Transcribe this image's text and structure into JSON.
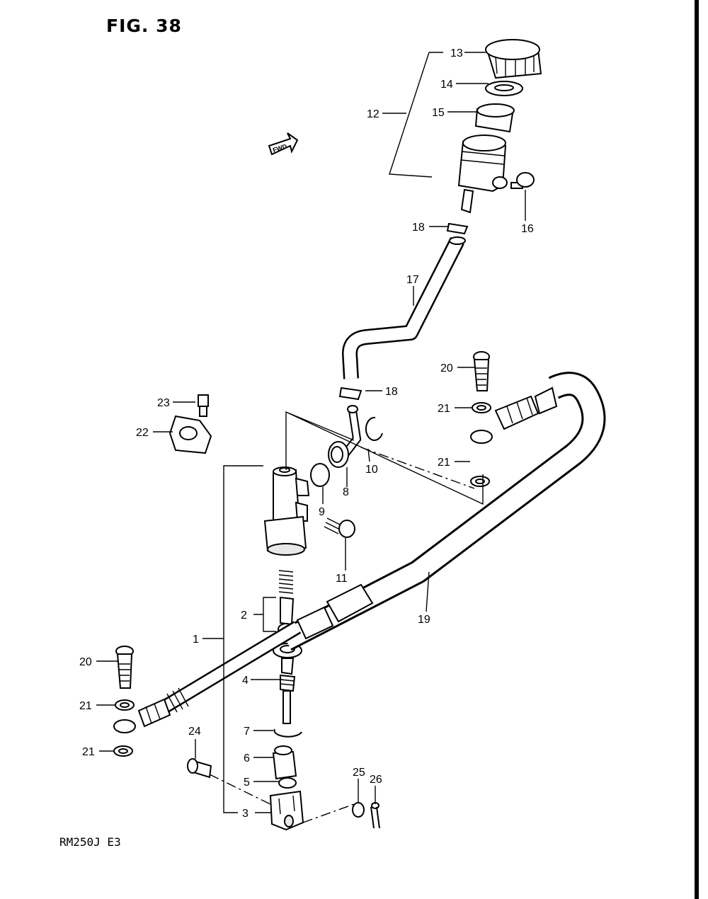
{
  "figure": {
    "title": "FIG. 38",
    "model_code": "RM250J  E3"
  },
  "direction_marker": {
    "text": "FWD",
    "icon": "forward-arrow-icon"
  },
  "callouts": {
    "c1": "1",
    "c2": "2",
    "c3": "3",
    "c4": "4",
    "c5": "5",
    "c6": "6",
    "c7": "7",
    "c8": "8",
    "c9": "9",
    "c10": "10",
    "c11": "11",
    "c12": "12",
    "c13": "13",
    "c14": "14",
    "c15": "15",
    "c16": "16",
    "c17": "17",
    "c18a": "18",
    "c18b": "18",
    "c19": "19",
    "c20a": "20",
    "c20b": "20",
    "c21a": "21",
    "c21b": "21",
    "c21c": "21",
    "c21d": "21",
    "c22": "22",
    "c23": "23",
    "c24": "24",
    "c25": "25",
    "c26": "26"
  },
  "colors": {
    "ink": "#000000",
    "paper": "#ffffff"
  }
}
